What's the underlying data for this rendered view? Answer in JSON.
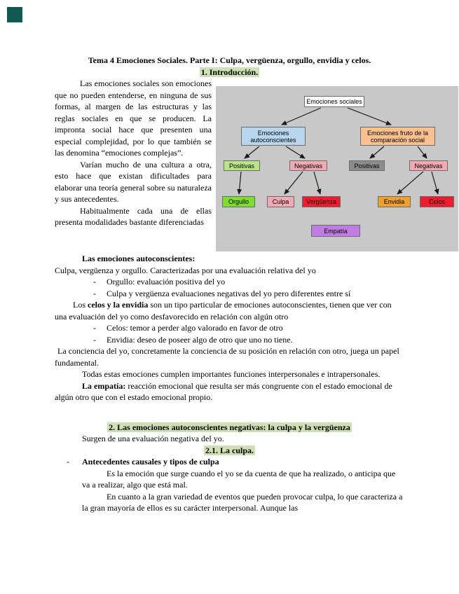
{
  "colors": {
    "highlight": "#cfe0b4",
    "logo": "#0f5a50"
  },
  "glyphs": {
    "dash": "-"
  },
  "doc": {
    "title": "Tema 4 Emociones Sociales. Parte I: Culpa, vergüenza, orgullo, envidia y celos.",
    "section1_heading": "1. Introducción."
  },
  "intro": {
    "p1": "Las emociones sociales son emociones que no pueden entenderse, en ninguna de sus formas, al margen de las estructuras y las reglas sociales en que se producen. La impronta social hace que presenten una especial complejidad, por lo que también se las denomina “emociones complejas”.",
    "p2": "Varían mucho de una cultura a otra, esto hace que existan dificultades para elaborar una teoría general sobre su naturaleza y sus antecedentes.",
    "p3": "Habitualmente cada una de ellas presenta modalidades bastante diferenciadas"
  },
  "diagram": {
    "background": "#c8c8c8",
    "nodes": {
      "root": {
        "label": "Emociones sociales",
        "color": "#ffffff"
      },
      "autoconscientes": {
        "label": "Emociones autoconscientes",
        "color": "#b8d6ee"
      },
      "comparacion": {
        "label": "Emociones fruto de la comparación social",
        "color": "#fac090"
      },
      "positivas_izq": {
        "label": "Positivas",
        "color": "#b9e586"
      },
      "negativas_izq": {
        "label": "Negativas",
        "color": "#f2a9b4"
      },
      "positivas_der": {
        "label": "Positivas",
        "color": "#8c8c8c"
      },
      "negativas_der": {
        "label": "Negativas",
        "color": "#f2a9b4"
      },
      "orgullo": {
        "label": "Orgullo",
        "color": "#7edd2e"
      },
      "culpa": {
        "label": "Culpa",
        "color": "#f2a9b4"
      },
      "verguenza": {
        "label": "Vergüenza",
        "color": "#ee1c2e"
      },
      "envidia": {
        "label": "Envidia",
        "color": "#efa02f"
      },
      "celos": {
        "label": "Celos",
        "color": "#ee1c2e"
      },
      "empatia": {
        "label": "Empatía",
        "color": "#c17ce4"
      }
    }
  },
  "body": {
    "autoconscientes_heading": "Las emociones autoconscientes:",
    "autoconscientes_line": "Culpa, vergüenza y orgullo. Caracterizadas por una evaluación relativa del yo",
    "bullets_autoconscientes": {
      "orgullo": "Orgullo: evaluación positiva del yo",
      "culpa_verguenza": "Culpa y vergüenza evaluaciones negativas del yo pero diferentes entre sí"
    },
    "celos_envidia": {
      "pre": "Los ",
      "bold": "celos y la envidia",
      "post": " son un tipo particular de emociones autoconscientes, tienen que ver con una evaluación del yo como desfavorecido en relación con algún otro"
    },
    "bullets_celos_envidia": {
      "celos": "Celos: temor a perder algo valorado en favor de otro",
      "envidia": "Envidia:  deseo de poseer algo de otro que uno no tiene."
    },
    "conciencia": "La conciencia del yo, concretamente la conciencia de su posición en relación con otro, juega un papel fundamental.",
    "funciones": "Todas estas emociones cumplen importantes funciones interpersonales e intrapersonales.",
    "empatia": {
      "bold": "La empatía:",
      "post": " reacción emocional que resulta ser más congruente con el estado emocional de algún otro que con el estado emocional propio."
    }
  },
  "section2": {
    "heading": "2. Las emociones autoconscientes negativas: la culpa y la vergüenza",
    "intro_line": "Surgen de una evaluación negativa del yo.",
    "heading_21": "2.1. La culpa.",
    "antecedentes_heading": "Antecedentes causales y tipos de culpa",
    "p1": "Es la emoción que surge cuando el yo se da cuenta de que ha realizado, o anticipa que va a realizar, algo que está mal.",
    "p2": "En cuanto a la gran variedad de eventos que pueden provocar culpa, lo que caracteriza a la gran mayoría de ellos es su carácter interpersonal. Aunque las"
  }
}
